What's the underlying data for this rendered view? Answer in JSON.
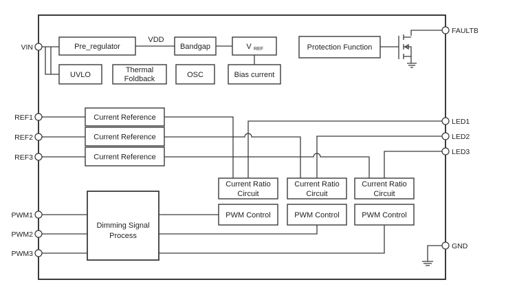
{
  "pins": {
    "vin": "VIN",
    "ref1": "REF1",
    "ref2": "REF2",
    "ref3": "REF3",
    "pwm1": "PWM1",
    "pwm2": "PWM2",
    "pwm3": "PWM3",
    "faultb": "FAULTB",
    "led1": "LED1",
    "led2": "LED2",
    "led3": "LED3",
    "gnd": "GND"
  },
  "blocks": {
    "pre_regulator": "Pre_regulator",
    "bandgap": "Bandgap",
    "vref_main": "V",
    "vref_sub": "REF",
    "uvlo": "UVLO",
    "thermal_1": "Thermal",
    "thermal_2": "Foldback",
    "osc": "OSC",
    "bias_current": "Bias current",
    "protection": "Protection Function",
    "current_reference": "Current Reference",
    "current_ratio_1": "Current Ratio",
    "current_ratio_2": "Circuit",
    "pwm_control": "PWM Control",
    "dimming_1": "Dimming Signal",
    "dimming_2": "Process"
  },
  "nets": {
    "vdd": "VDD"
  }
}
